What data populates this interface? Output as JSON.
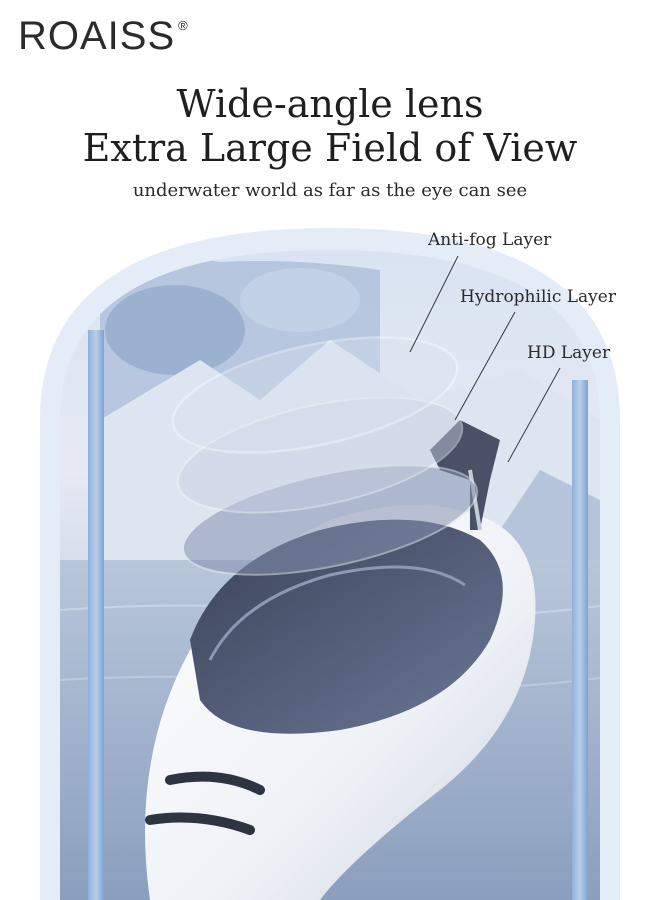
{
  "brand": {
    "name": "ROAISS",
    "mark": "®"
  },
  "headline": {
    "line1": "Wide-angle lens",
    "line2": "Extra Large Field of View",
    "subtitle": "underwater world as far as the eye can see"
  },
  "layers": [
    {
      "label": "Anti-fog Layer"
    },
    {
      "label": "Hydrophilic Layer"
    },
    {
      "label": "HD Layer"
    }
  ],
  "colors": {
    "text": "#1f1f1f",
    "arch": "#c9dcef",
    "frame": "#7fa6d6"
  }
}
